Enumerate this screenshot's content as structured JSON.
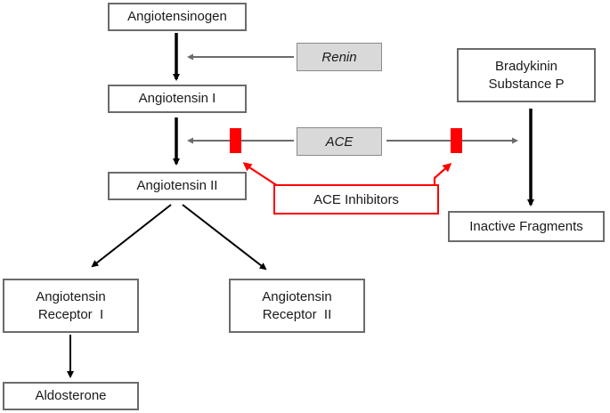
{
  "nodes": {
    "angiotensinogen": "Angiotensinogen",
    "angiotensin_1": "Angiotensin I",
    "angiotensin_2": "Angiotensin II",
    "receptor_1": [
      "Angiotensin",
      "Receptor  I"
    ],
    "receptor_2": [
      "Angiotensin",
      "Receptor  II"
    ],
    "aldosterone": "Aldosterone",
    "bradykinin": [
      "Bradykinin",
      "Substance P"
    ],
    "inactive_fragments": "Inactive Fragments"
  },
  "enzymes": {
    "renin": "Renin",
    "ace": "ACE"
  },
  "drug": "ACE Inhibitors",
  "colors": {
    "box_border": "#6b6b6b",
    "enzyme_fill": "#d9d9d9",
    "inhibitor": "#ff0000",
    "arrow": "#000000",
    "enzyme_arrow": "#6b6b6b"
  }
}
